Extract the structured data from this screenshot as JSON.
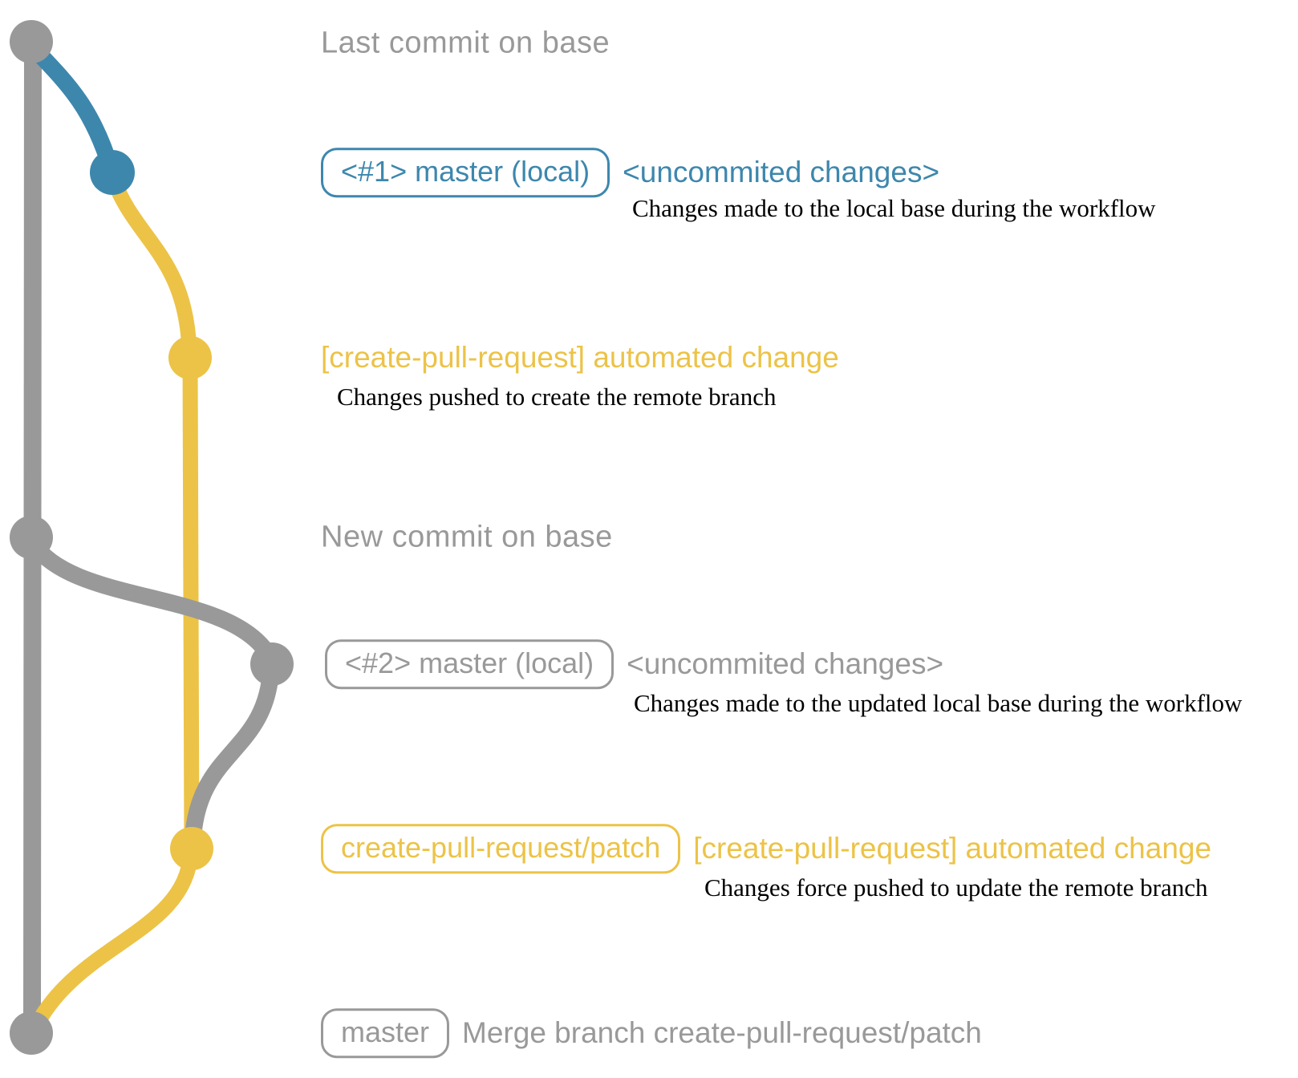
{
  "graph": {
    "colors": {
      "base_branch_gray": "#999999",
      "local_branch_blue": "#3d87ad",
      "remote_branch_yellow": "#ecc347",
      "caption_text_black": "#000000"
    }
  },
  "annotations": {
    "last_commit": {
      "label": "Last commit on base"
    },
    "commit1": {
      "badge": "<#1> master (local)",
      "title": "<uncommited changes>",
      "caption": "Changes made to the local base during the workflow"
    },
    "remote1": {
      "title": "[create-pull-request] automated change",
      "caption": "Changes pushed to create the remote branch"
    },
    "new_commit": {
      "label": "New commit on base"
    },
    "commit2": {
      "badge": "<#2> master (local)",
      "title": "<uncommited changes>",
      "caption": "Changes made to the updated local base during the workflow"
    },
    "remote2": {
      "badge": "create-pull-request/patch",
      "title": "[create-pull-request] automated change",
      "caption": "Changes force pushed to update the remote branch"
    },
    "merge": {
      "badge": "master",
      "title": "Merge branch create-pull-request/patch"
    }
  }
}
